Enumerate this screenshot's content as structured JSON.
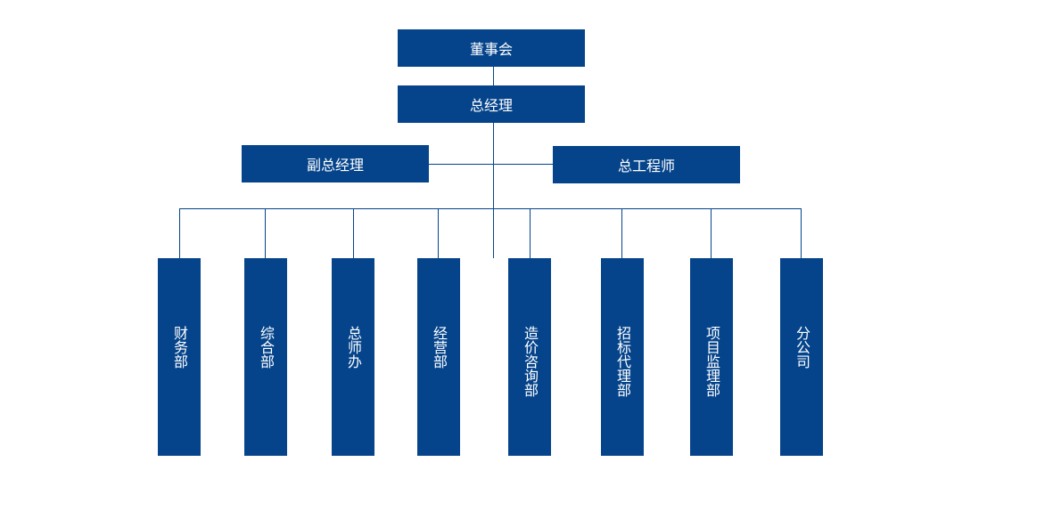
{
  "top": {
    "board": "董事会",
    "gm": "总经理"
  },
  "middle": {
    "deputy_gm": "副总经理",
    "chief_engineer": "总工程师"
  },
  "departments": [
    "财务部",
    "综合部",
    "总师办",
    "经营部",
    "造价咨询部",
    "招标代理部",
    "项目监理部",
    "分公司"
  ],
  "colors": {
    "box_fill": "#05448b",
    "line": "#05448b",
    "text": "#ffffff"
  }
}
